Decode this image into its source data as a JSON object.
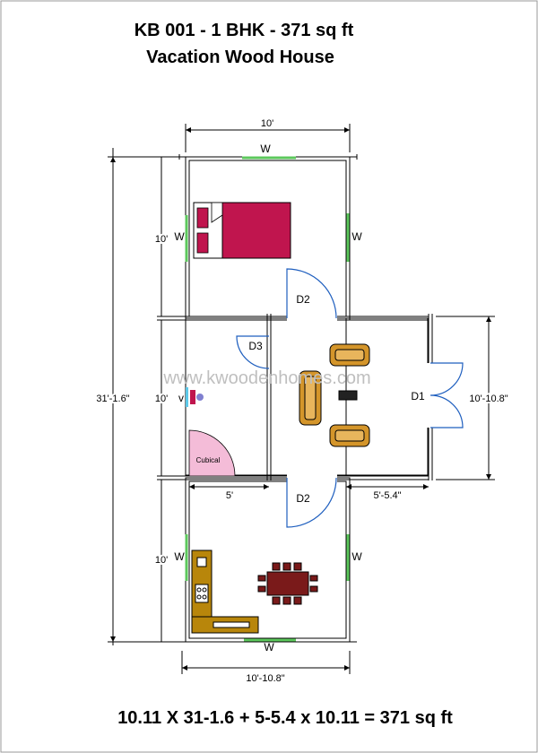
{
  "title": "KB 001 - 1 BHK - 371 sq ft",
  "subtitle": "Vacation Wood House",
  "watermark": "www.kwoodenhomes.com",
  "formula": "10.11 X 31-1.6 + 5-5.4 x 10.11 = 371 sq ft",
  "dimensions": {
    "top_width": "10'",
    "bedroom_height": "10'",
    "living_height": "10'",
    "kitchen_height": "10'",
    "overall_height": "31'-1.6\"",
    "right_height": "10'-10.8\"",
    "cubicle_width": "5'",
    "extension_width": "5'-5.4\"",
    "bottom_width": "10'-10.8\""
  },
  "labels": {
    "window": "W",
    "door_bedroom": "D2",
    "door_kitchen": "D2",
    "door_entry": "D1",
    "door_cubicle": "D3",
    "vent": "V",
    "cubical": "Cubical"
  },
  "colors": {
    "wall": "#000000",
    "window": "#5cc85c",
    "door": "#1f5fbf",
    "bed": "#c0154e",
    "sofa": "#d4952a",
    "table": "#7a1a1a",
    "cubical": "#f4bcd8"
  }
}
